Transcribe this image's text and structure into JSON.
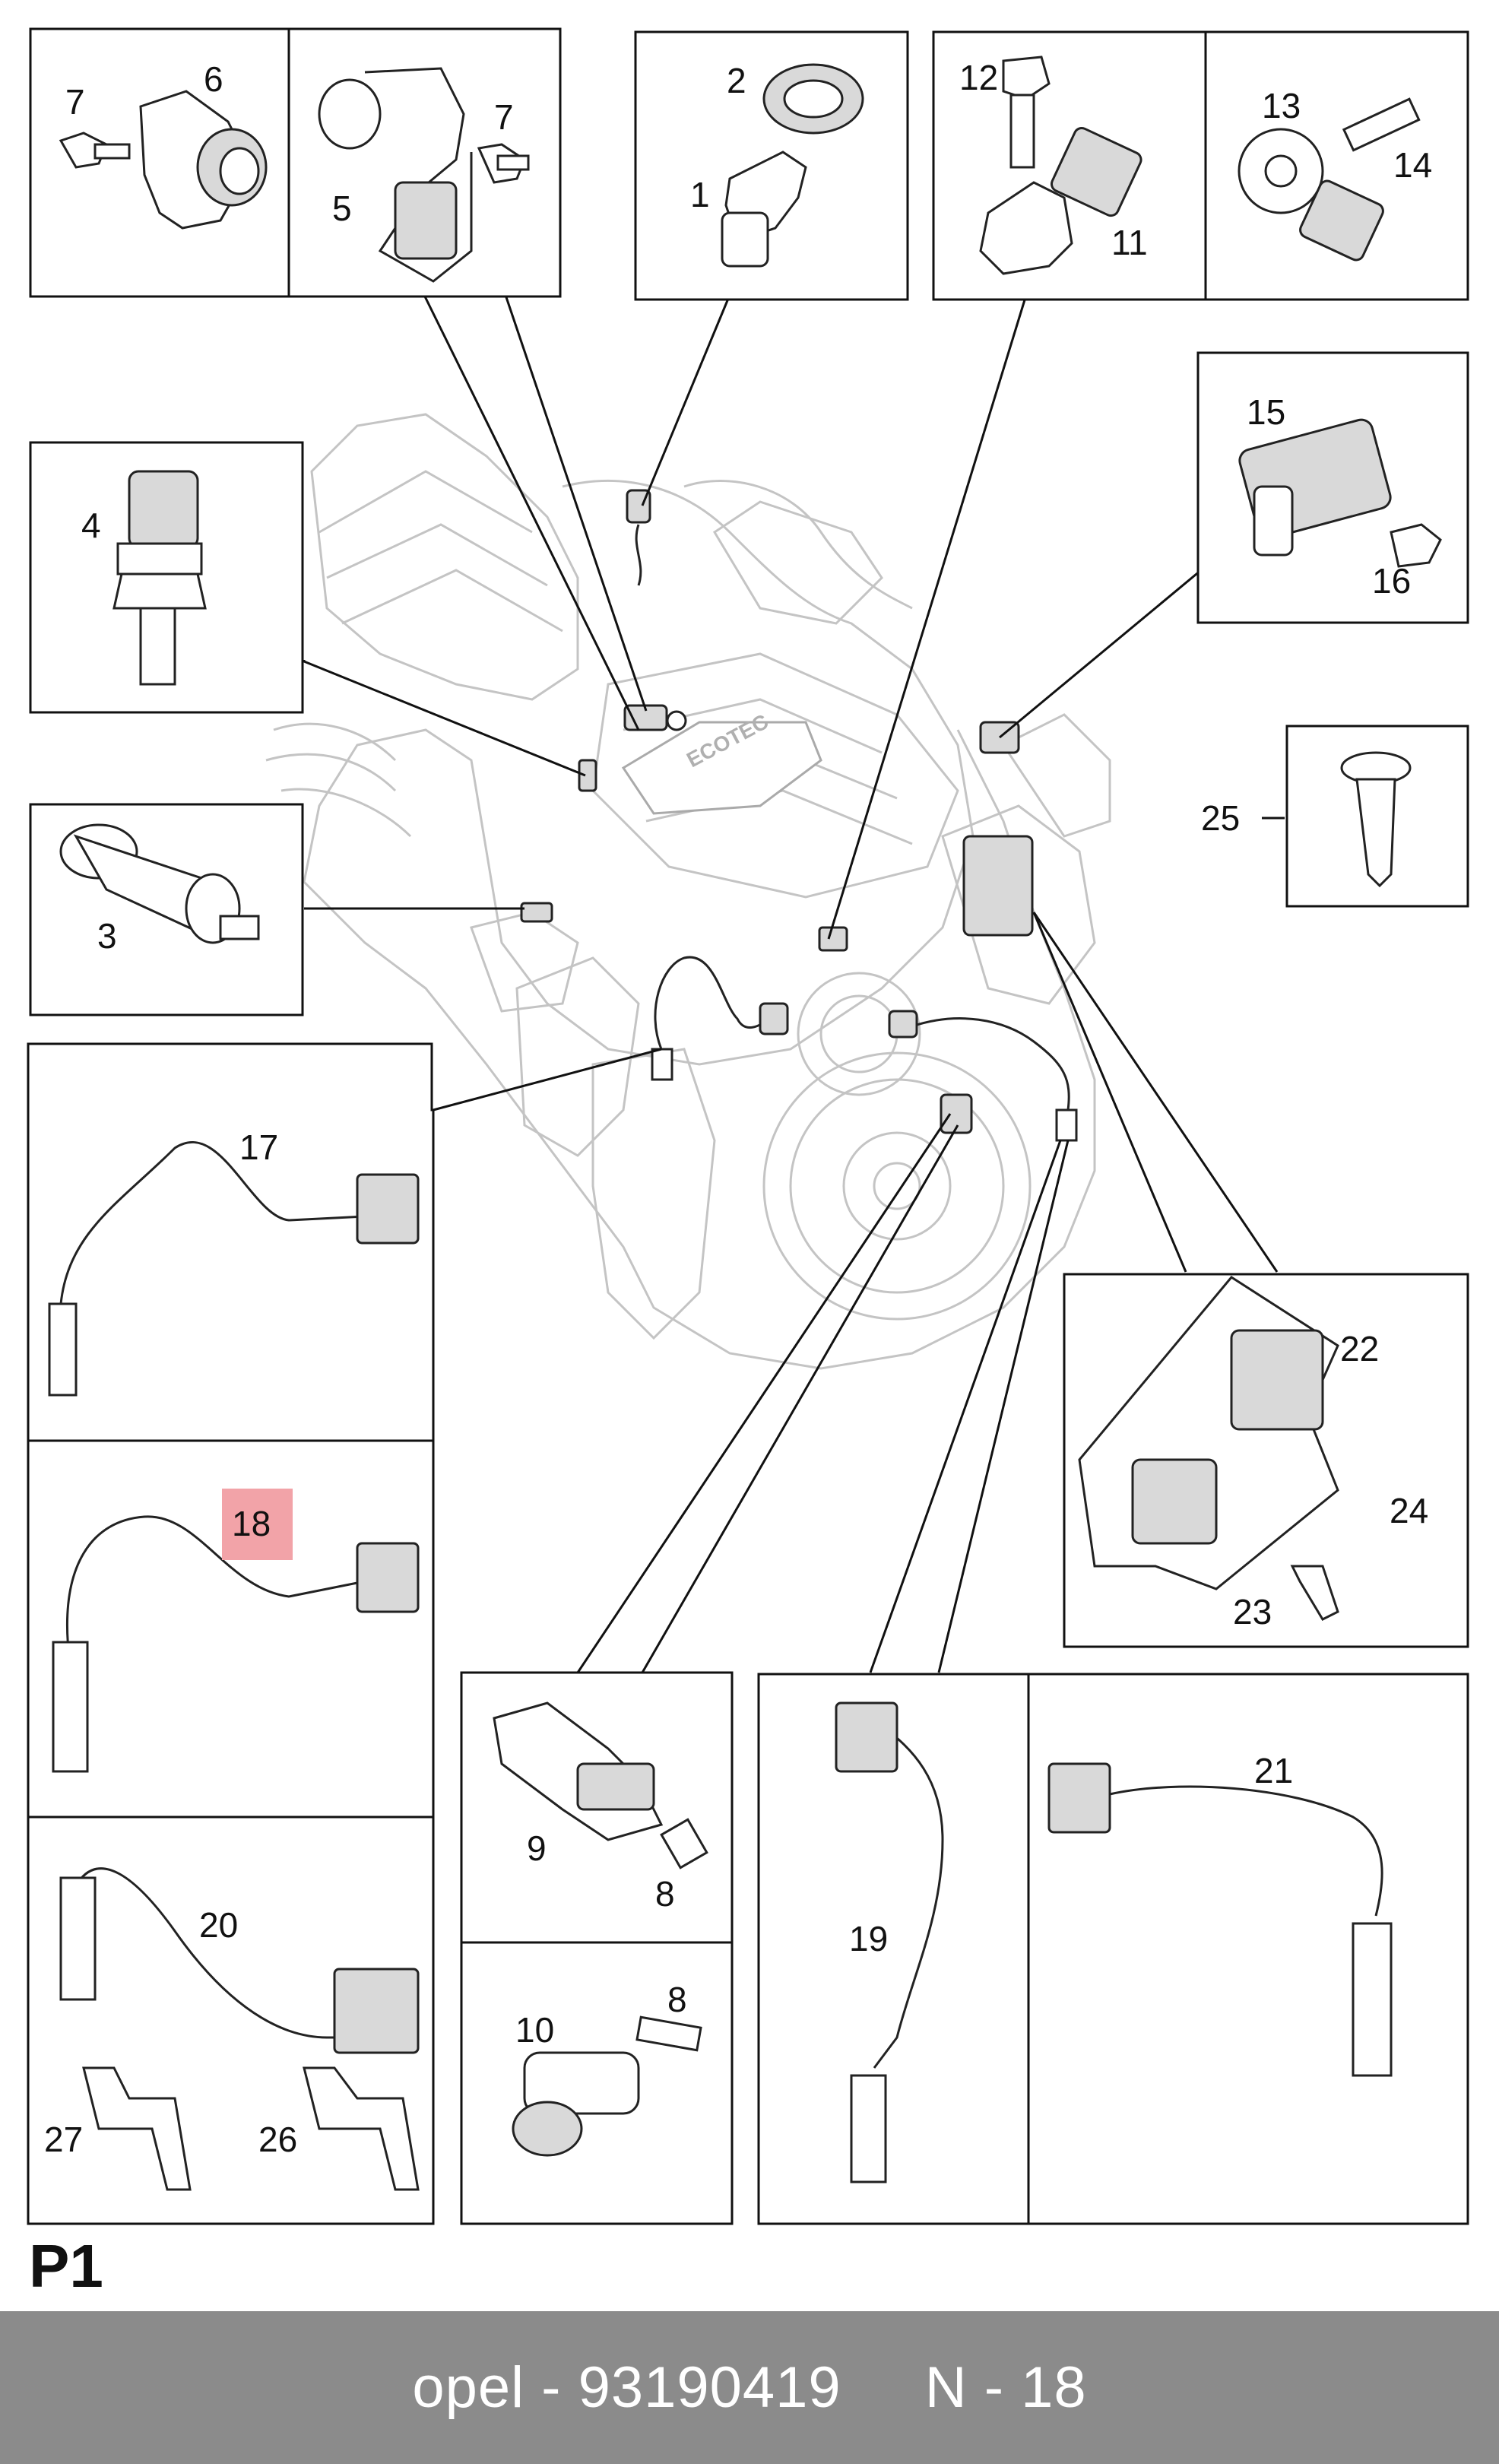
{
  "brand": "opel",
  "part_number": "93190419",
  "position_label": "N - 18",
  "page_label": "P1",
  "highlighted_callout": "18",
  "highlight_color": "#f2a3a8",
  "callouts": {
    "c1": "1",
    "c2": "2",
    "c3": "3",
    "c4": "4",
    "c5": "5",
    "c6": "6",
    "c7a": "7",
    "c7b": "7",
    "c8a": "8",
    "c8b": "8",
    "c9": "9",
    "c10": "10",
    "c11": "11",
    "c12": "12",
    "c13": "13",
    "c14": "14",
    "c15": "15",
    "c16": "16",
    "c17": "17",
    "c18": "18",
    "c19": "19",
    "c20": "20",
    "c21": "21",
    "c22": "22",
    "c23": "23",
    "c24": "24",
    "c25": "25",
    "c26": "26",
    "c27": "27"
  },
  "engine_cover_text": "ECOTEC"
}
